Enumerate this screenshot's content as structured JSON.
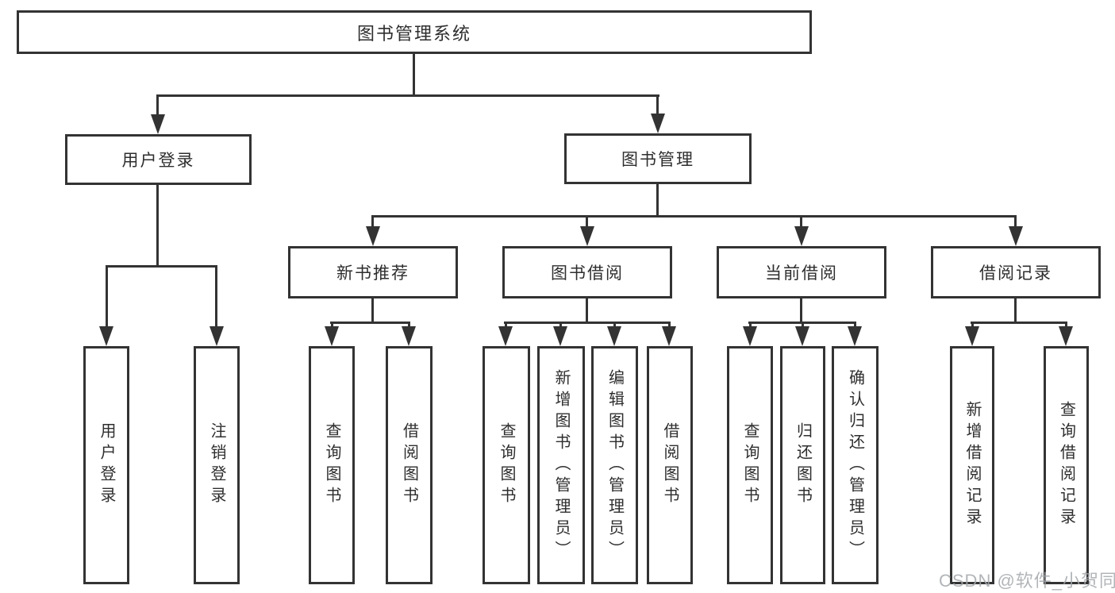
{
  "diagram": {
    "root": "图书管理系统",
    "level2": {
      "user_login": "用户登录",
      "book_mgmt": "图书管理"
    },
    "level3": {
      "new_book": "新书推荐",
      "book_borrow": "图书借阅",
      "current_borrow": "当前借阅",
      "borrow_records": "借阅记录"
    },
    "leaves": [
      "用户登录",
      "注销登录",
      "查询图书",
      "借阅图书",
      "查询图书",
      "新增图书（管理员）",
      "编辑图书（管理员）",
      "借阅图书",
      "查询图书",
      "归还图书",
      "确认归还（管理员）",
      "新增借阅记录",
      "查询借阅记录"
    ],
    "watermark": "CSDN @软件_小贺同学",
    "colors": {
      "line": "#333333",
      "text": "#2e2e2e",
      "watermark": "#a5a8ac",
      "background": "#ffffff"
    }
  }
}
